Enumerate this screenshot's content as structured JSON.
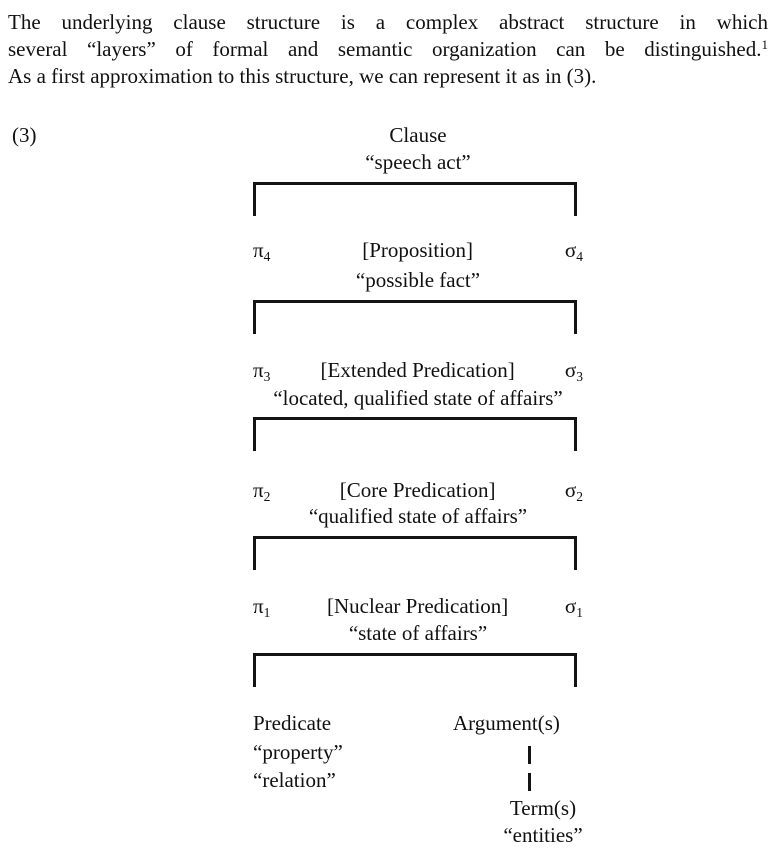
{
  "page": {
    "background": "#ffffff",
    "text_color": "#101010"
  },
  "paragraph": {
    "line1": "The underlying clause structure is a complex abstract structure in which",
    "line2": "several “layers” of formal and semantic organization can be distinguished.",
    "footnote_marker": "1",
    "line3": "As a first approximation to this structure, we can represent it as in (3)."
  },
  "diagram": {
    "number_label": "(3)",
    "root": {
      "title": "Clause",
      "gloss": "“speech act”"
    },
    "layers": [
      {
        "pi": "π",
        "pi_sub": "4",
        "title": "[Proposition]",
        "gloss": "“possible fact”",
        "sigma": "σ",
        "sigma_sub": "4"
      },
      {
        "pi": "π",
        "pi_sub": "3",
        "title": "[Extended Predication]",
        "gloss": "“located, qualified state of affairs”",
        "sigma": "σ",
        "sigma_sub": "3"
      },
      {
        "pi": "π",
        "pi_sub": "2",
        "title": "[Core Predication]",
        "gloss": "“qualified state of affairs”",
        "sigma": "σ",
        "sigma_sub": "2"
      },
      {
        "pi": "π",
        "pi_sub": "1",
        "title": "[Nuclear Predication]",
        "gloss": "“state of affairs”",
        "sigma": "σ",
        "sigma_sub": "1"
      }
    ],
    "bottom": {
      "predicate": {
        "title": "Predicate",
        "gloss1": "“property”",
        "gloss2": "“relation”"
      },
      "argument": {
        "title": "Argument(s)",
        "term_title": "Term(s)",
        "term_gloss": "“entities”"
      }
    }
  }
}
